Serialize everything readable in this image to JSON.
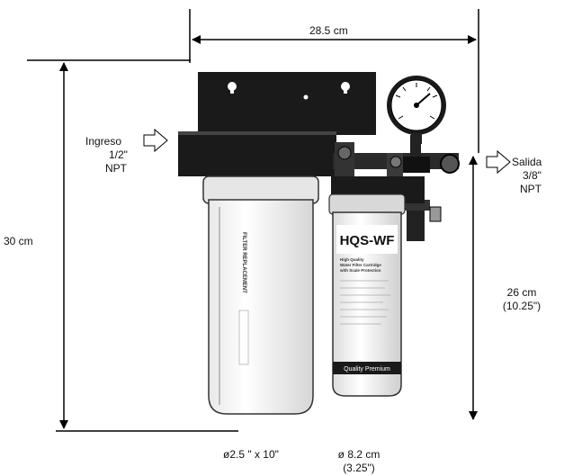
{
  "dimensions": {
    "width": "28.5 cm",
    "height_total": "30 cm",
    "height_filter_line1": "26 cm",
    "height_filter_line2": "(10.25\")"
  },
  "inlet": {
    "label": "Ingreso",
    "size": "1/2\"",
    "thread": "NPT"
  },
  "outlet": {
    "label": "Salida",
    "size": "3/8\"",
    "thread": "NPT"
  },
  "diameters": {
    "housing": "ø2.5 \" x 10\"",
    "cartridge_line1": "ø 8.2 cm",
    "cartridge_line2": "(3.25\")"
  },
  "product": {
    "housing_label": "FILTER REPLACEMENT",
    "cartridge_model": "HQS-WF",
    "cartridge_desc_line1": "High Quality",
    "cartridge_desc_line2": "Water Filter Cartridge",
    "cartridge_desc_line3": "with Scale Protection",
    "cartridge_badge": "Quality Premium"
  },
  "colors": {
    "ink": "#111111",
    "line": "#000000",
    "bracket": "#1a1a1a",
    "cartridge": "#f4f4f4"
  }
}
